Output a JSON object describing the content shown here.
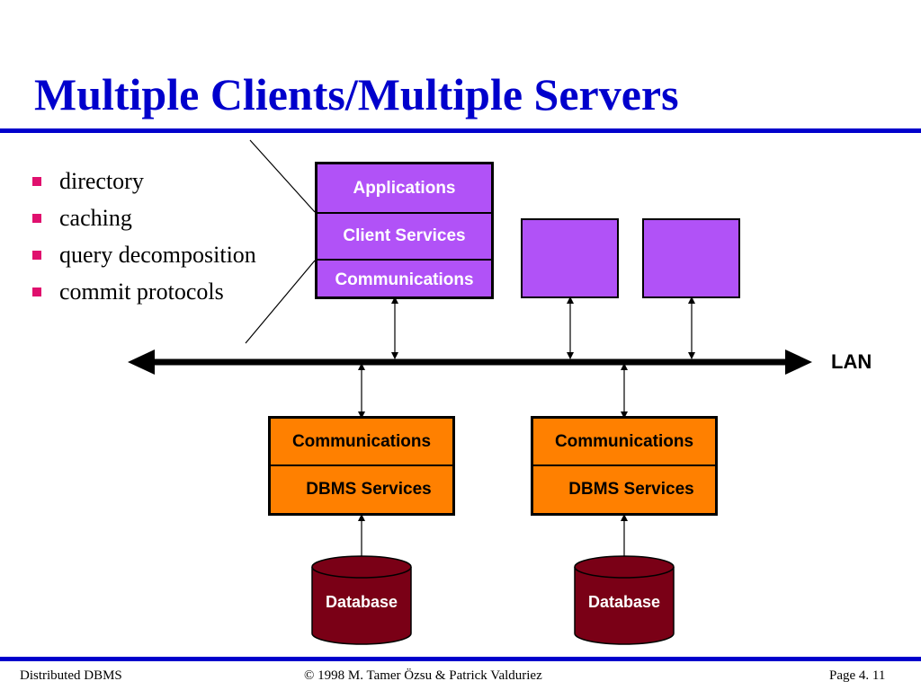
{
  "slide": {
    "title": "Multiple Clients/Multiple Servers",
    "accent_color": "#0000cc",
    "bullet_color": "#e0106e"
  },
  "bullets": [
    "directory",
    "caching",
    "query decomposition",
    "commit protocols"
  ],
  "client": {
    "layers": [
      "Applications",
      "Client Services",
      "Communications"
    ],
    "color": "#b152f7",
    "additional_clients": 2
  },
  "network": {
    "label": "LAN"
  },
  "servers": [
    {
      "layers": [
        "Communications",
        "DBMS Services"
      ],
      "database": "Database"
    },
    {
      "layers": [
        "Communications",
        "DBMS Services"
      ],
      "database": "Database"
    }
  ],
  "server_color": "#ff8000",
  "database_color": "#7a0016",
  "footer": {
    "left": "Distributed DBMS",
    "center": "© 1998 M. Tamer Özsu & Patrick Valduriez",
    "right": "Page 4. 11"
  }
}
